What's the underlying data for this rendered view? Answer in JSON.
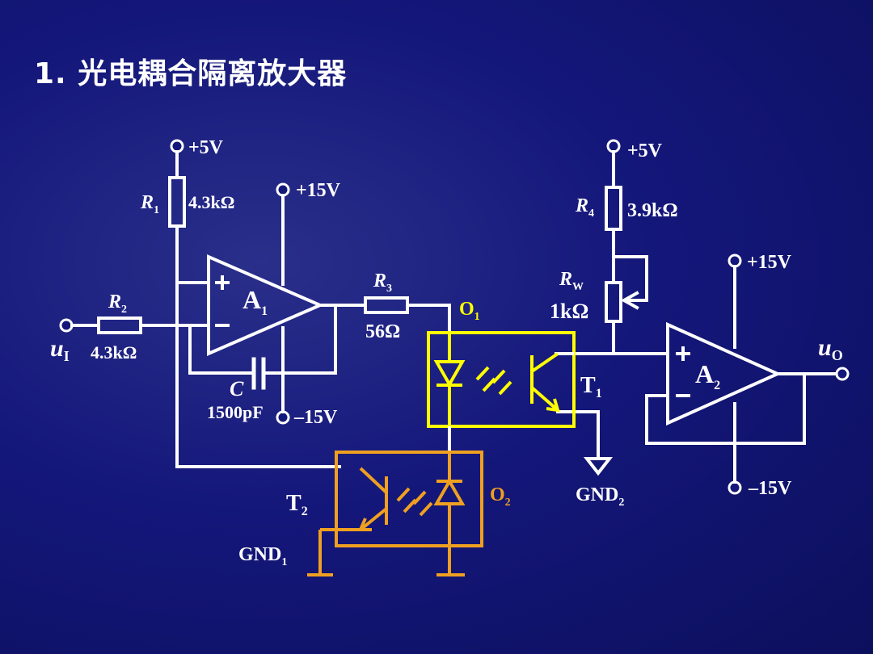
{
  "title": "1. 光电耦合隔离放大器",
  "colors": {
    "background": "#14177a",
    "wire": "#ffffff",
    "optocoupler_o1": "#ffff00",
    "optocoupler_o2": "#f0a020"
  },
  "labels": {
    "vcc1": "+5V",
    "vcc2": "+5V",
    "plus15_a1": "+15V",
    "plus15_a2": "+15V",
    "minus15_a1": "–15V",
    "minus15_a2": "–15V",
    "r1_name": "R",
    "r1_sub": "1",
    "r1_value": "4.3kΩ",
    "r2_name": "R",
    "r2_sub": "2",
    "r2_value": "4.3kΩ",
    "r3_name": "R",
    "r3_sub": "3",
    "r3_value": "56Ω",
    "r4_name": "R",
    "r4_sub": "4",
    "r4_value": "3.9kΩ",
    "rw_name": "R",
    "rw_sub": "W",
    "rw_value": "1kΩ",
    "c_name": "C",
    "c_value": "1500pF",
    "a1_name": "A",
    "a1_sub": "1",
    "a2_name": "A",
    "a2_sub": "2",
    "o1_name": "O",
    "o1_sub": "1",
    "o2_name": "O",
    "o2_sub": "2",
    "t1_name": "T",
    "t1_sub": "1",
    "t2_name": "T",
    "t2_sub": "2",
    "gnd1_name": "GND",
    "gnd1_sub": "1",
    "gnd2_name": "GND",
    "gnd2_sub": "2",
    "ui_name": "u",
    "ui_sub": "I",
    "uo_name": "u",
    "uo_sub": "O",
    "plus_sign": "+",
    "minus_sign": "–"
  }
}
